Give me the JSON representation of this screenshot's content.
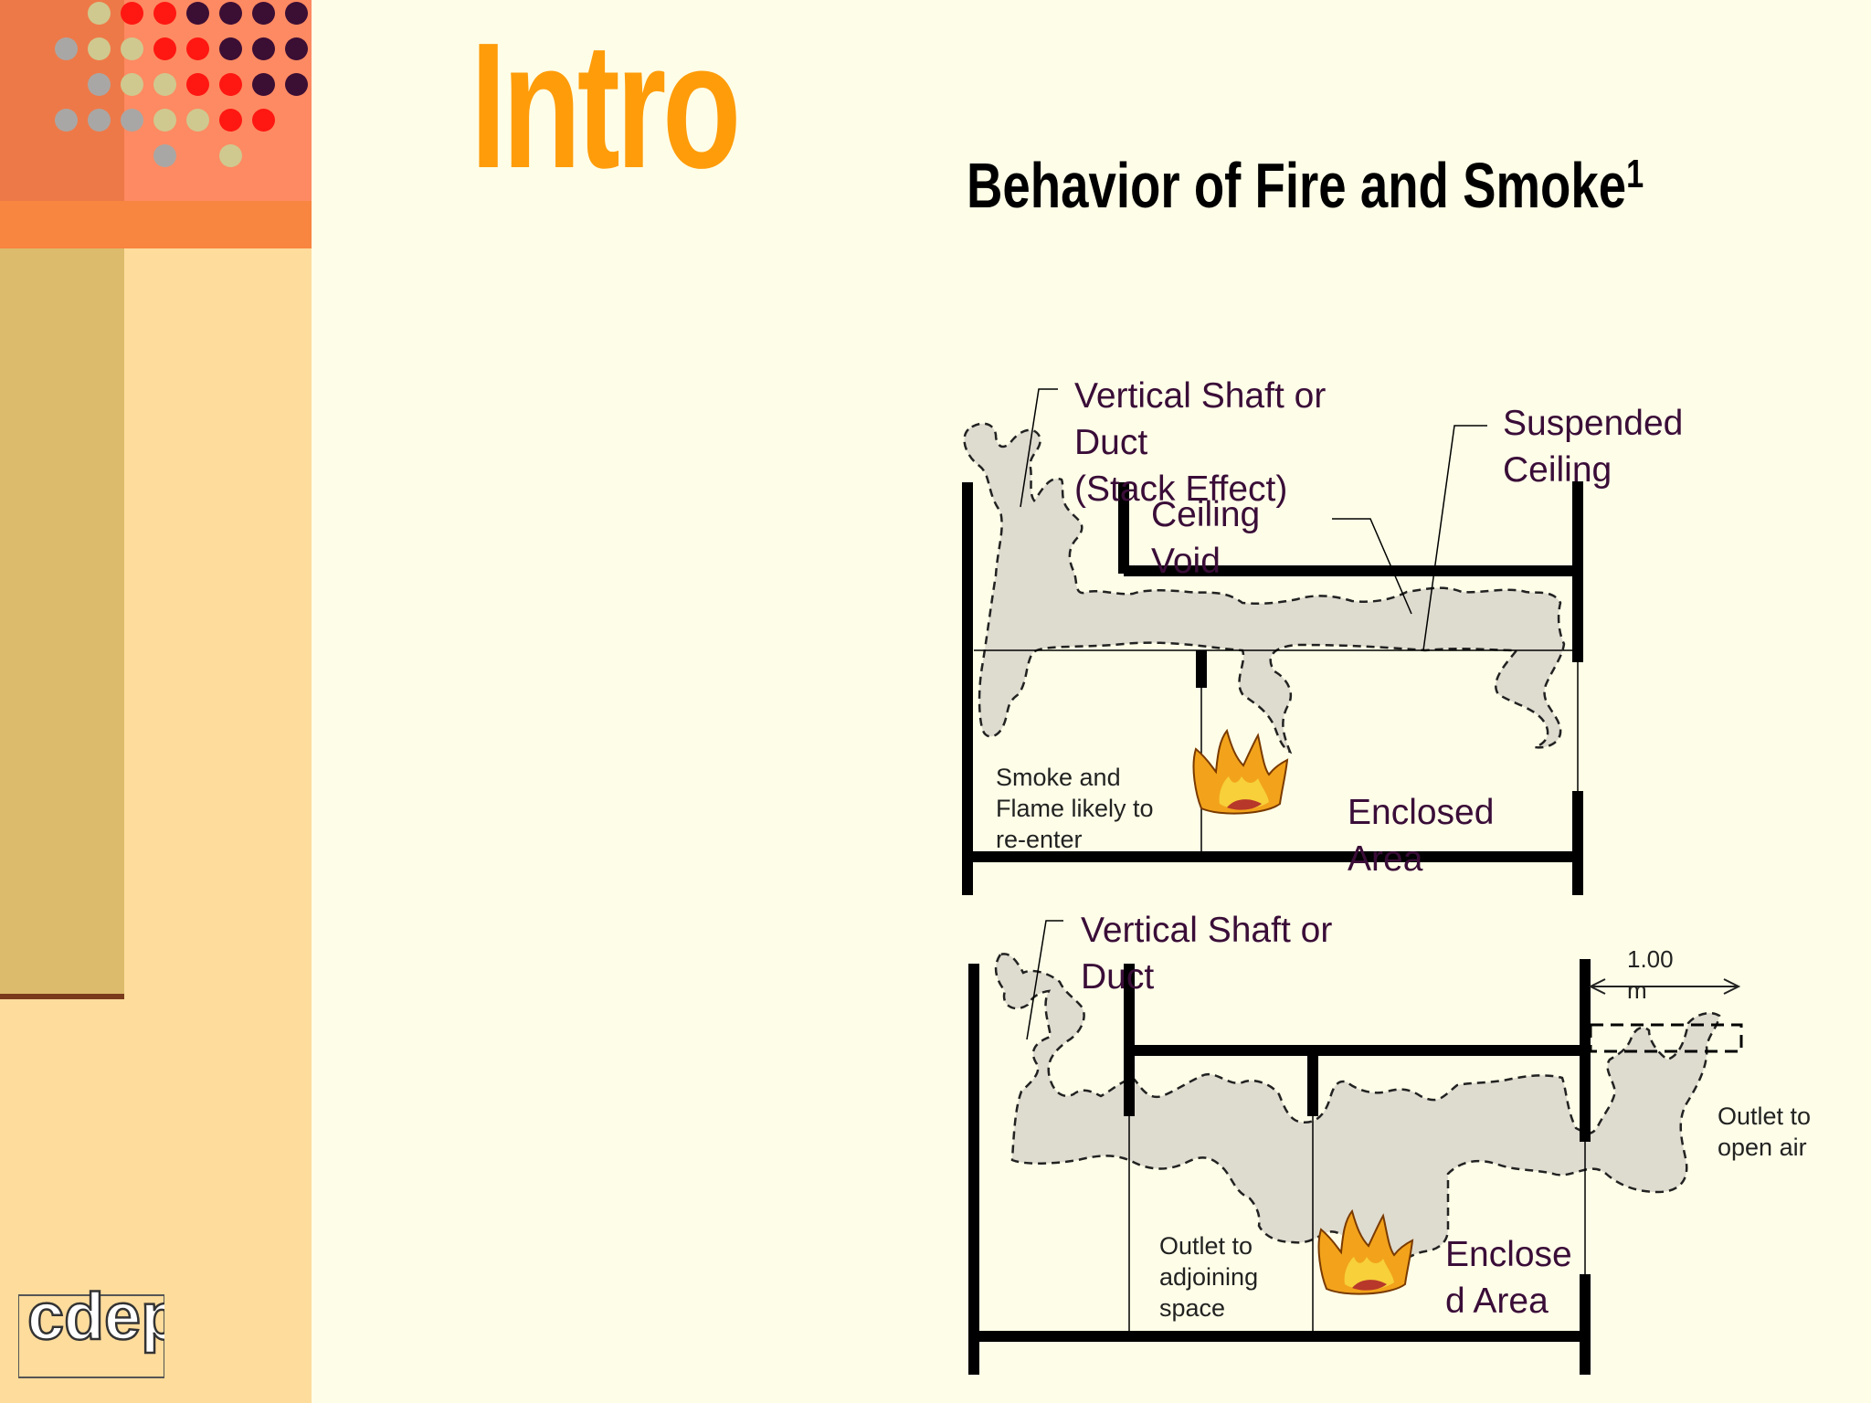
{
  "slide": {
    "title": "Intro",
    "subtitle": "Behavior of Fire and Smoke",
    "footnote_marker": "1",
    "logo_text": "cdep"
  },
  "diagram_top": {
    "shaft_label": [
      "Vertical Shaft or",
      "Duct",
      "(Stack Effect)"
    ],
    "ceiling_void_label": [
      "Ceiling",
      "Void"
    ],
    "suspended_ceiling_label": [
      "Suspended",
      "Ceiling"
    ],
    "reenter_label": [
      "Smoke and",
      "Flame likely to",
      "re-enter"
    ],
    "enclosed_label": [
      "Enclosed",
      "Area"
    ]
  },
  "diagram_bottom": {
    "shaft_label": [
      "Vertical Shaft or",
      "Duct"
    ],
    "dimension_label": [
      "1.00",
      "m"
    ],
    "outlet_open_label": [
      "Outlet to",
      "open air"
    ],
    "outlet_adjoining_label": [
      "Outlet to",
      "adjoining",
      "space"
    ],
    "enclosed_label": [
      "Enclose",
      "d Area"
    ]
  },
  "colors": {
    "title": "#ff9c0a",
    "smoke_fill": "#dedbcf",
    "label_text": "#3a0d38",
    "background": "#fefee8"
  }
}
